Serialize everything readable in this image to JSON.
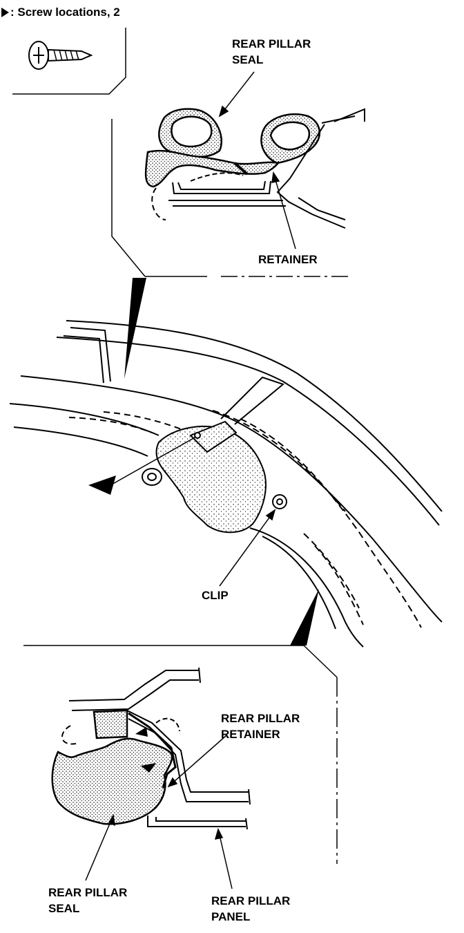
{
  "legend": {
    "text": ": Screw locations, 2",
    "icon": "triangle-marker-icon",
    "screw_icon": "screw-icon"
  },
  "callouts": {
    "top_seal": [
      "REAR PILLAR",
      "SEAL"
    ],
    "top_retainer": "RETAINER",
    "clip": "CLIP",
    "bottom_retainer": [
      "REAR PILLAR",
      "RETAINER"
    ],
    "bottom_seal": [
      "REAR PILLAR",
      "SEAL"
    ],
    "bottom_panel": [
      "REAR PILLAR",
      "PANEL"
    ]
  },
  "colors": {
    "ink": "#000000",
    "paper": "#ffffff"
  }
}
